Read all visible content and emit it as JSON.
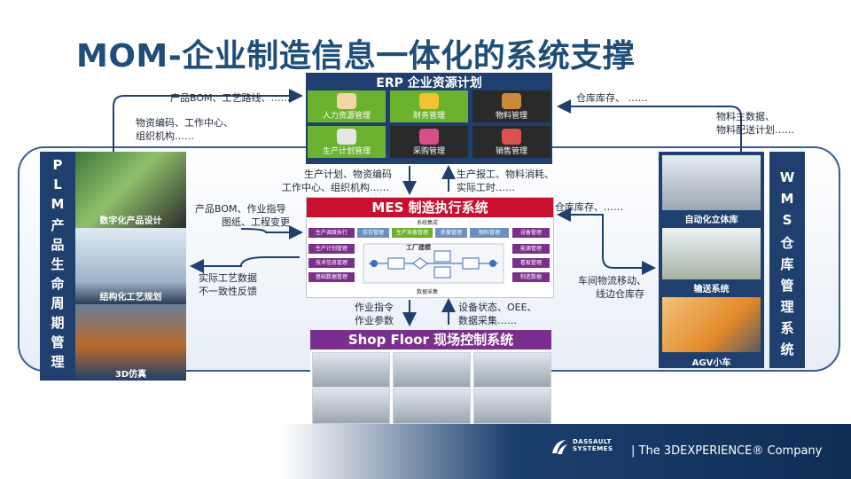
{
  "title": "MOM-企业制造信息一体化的系统支撑",
  "erp": {
    "title": "ERP 企业资源计划",
    "tiles": [
      "人力资源管理",
      "财务管理",
      "物料管理",
      "生产计划管理",
      "采购管理",
      "销售管理"
    ],
    "colors": [
      "#6bb22e",
      "#6bb22e",
      "#2a2a2a",
      "#6bb22e",
      "#2a2a2a",
      "#2a2a2a"
    ]
  },
  "mes": {
    "title": "MES 制造执行系统",
    "integration": "系统集成",
    "tabs": [
      "生产调度执行",
      "库存管理",
      "生产准备管理",
      "质量管理",
      "物料管理",
      "设备管理"
    ],
    "left": [
      "生产计划管理",
      "技术信息管理",
      "基础数据管理"
    ],
    "right": [
      "能源管理",
      "看板管理",
      "制造数据"
    ],
    "center": "工厂建模",
    "collect": "数据采集"
  },
  "shop": {
    "title": "Shop Floor 现场控制系统"
  },
  "plm": {
    "letters": [
      "P",
      "L",
      "M",
      "产",
      "品",
      "生",
      "命",
      "周",
      "期",
      "管",
      "理"
    ],
    "panels": [
      "数字化产品设计",
      "结构化工艺规划",
      "3D仿真"
    ]
  },
  "wms": {
    "letters": [
      "W",
      "M",
      "S",
      "仓",
      "库",
      "管",
      "理",
      "系",
      "统"
    ],
    "panels": [
      "自动化立体库",
      "输送系统",
      "AGV小车"
    ]
  },
  "notes": {
    "n1": "产品BOM、工艺路线、……",
    "n2a": "物资编码、工作中心、",
    "n2b": "组织机构……",
    "n3": "仓库库存、 ……",
    "n4a": "物料主数据、",
    "n4b": "物料配送计划……",
    "n5a": "生产计划、物资编码",
    "n5b": "工作中心、组织机构……",
    "n6a": "生产报工、物料消耗、",
    "n6b": "实际工时……",
    "n7a": "产品BOM、作业指导",
    "n7b": "图纸、工程变更",
    "n8": "仓库库存、……",
    "n9a": "实际工艺数据",
    "n9b": "不一致性反馈",
    "n10a": "车间物流移动、",
    "n10b": "线边仓库存",
    "n11a": "作业指令",
    "n11b": "作业参数",
    "n12a": "设备状态、OEE、",
    "n12b": "数据采集……"
  },
  "footer": {
    "brand_line1": "DASSAULT",
    "brand_line2": "SYSTEMES",
    "tagline": "| The 3DEXPERIENCE® Company"
  },
  "colors": {
    "navy": "#1f3f6e",
    "mes_red": "#c8102e",
    "shop_purple": "#7a2f8e",
    "accent_green": "#6bb22e"
  }
}
